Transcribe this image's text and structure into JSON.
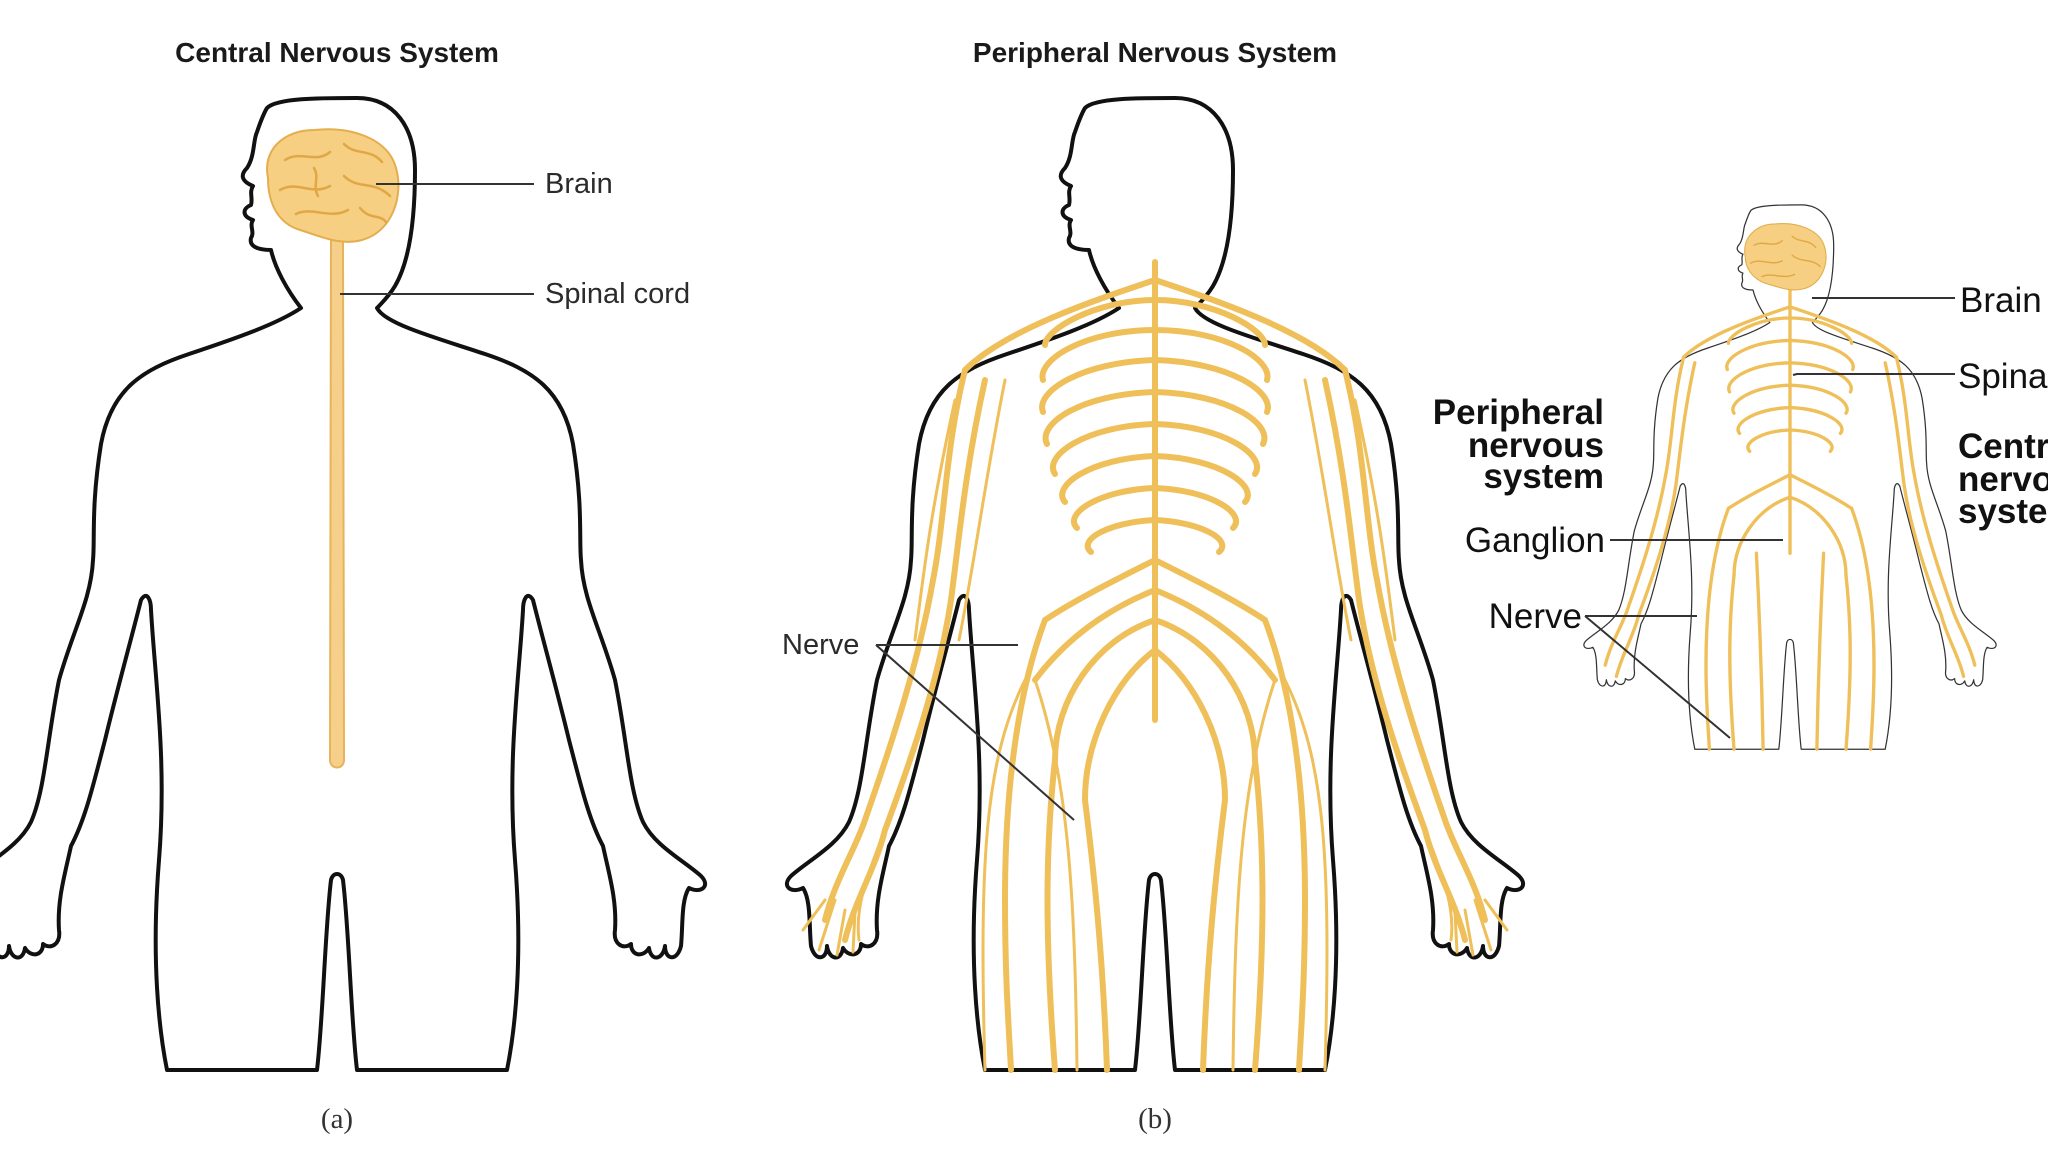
{
  "panel_a": {
    "title": "Central Nervous System",
    "labels": {
      "brain": "Brain",
      "spinal_cord": "Spinal cord"
    },
    "caption": "(a)"
  },
  "panel_b": {
    "title": "Peripheral Nervous System",
    "labels": {
      "nerve": "Nerve"
    },
    "caption": "(b)"
  },
  "panel_c": {
    "labels": {
      "brain": "Brain",
      "spinal_cut": "Spina",
      "pns_line1": "Peripheral",
      "pns_line2": "nervous",
      "pns_line3": "system",
      "cns_line1": "Centr",
      "cns_line2": "nervo",
      "cns_line3": "syste",
      "ganglion": "Ganglion",
      "nerve": "Nerve"
    }
  },
  "colors": {
    "nerve": "#efbf5a",
    "brain": "#f6cf82",
    "outline": "#111111"
  }
}
